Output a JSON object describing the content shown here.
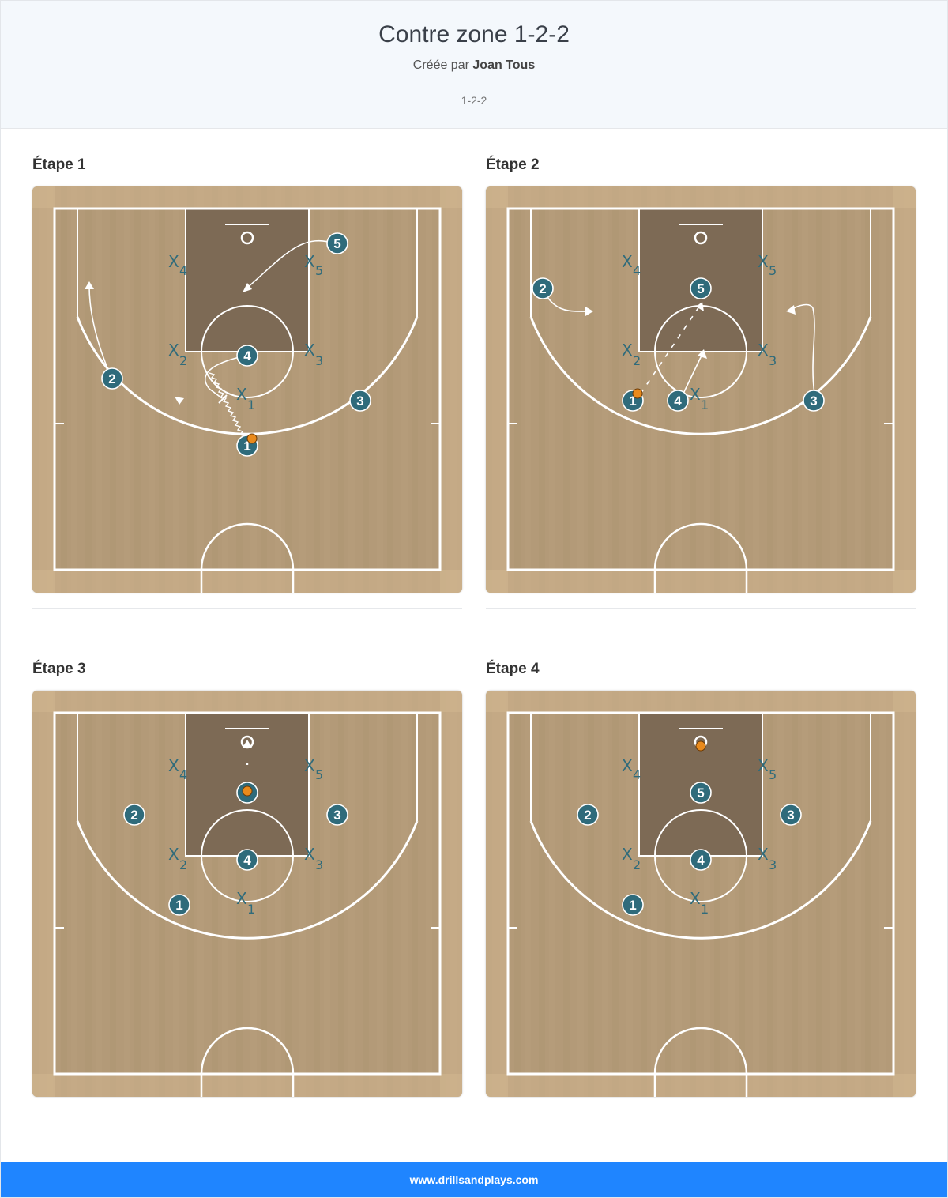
{
  "header": {
    "title": "Contre zone 1-2-2",
    "created_prefix": "Créée par",
    "author": "Joan Tous",
    "tag": "1-2-2"
  },
  "colors": {
    "player": "#2f6b7b",
    "defender": "#2f6b7b",
    "floor": "#b39a78",
    "paint": "#7d6a55",
    "footer": "#1f85ff"
  },
  "steps": [
    {
      "title": "Étape 1",
      "offense": [
        {
          "label": "5",
          "ball": false
        },
        {
          "label": "4",
          "ball": false
        },
        {
          "label": "2",
          "ball": false
        },
        {
          "label": "3",
          "ball": false
        },
        {
          "label": "1",
          "ball": true
        }
      ],
      "defense": [
        {
          "label": "X",
          "sub": "4"
        },
        {
          "label": "X",
          "sub": "5"
        },
        {
          "label": "X",
          "sub": "2"
        },
        {
          "label": "X",
          "sub": "3"
        },
        {
          "label": "X",
          "sub": "1"
        }
      ]
    },
    {
      "title": "Étape 2",
      "offense": [
        {
          "label": "2",
          "ball": false
        },
        {
          "label": "5",
          "ball": false
        },
        {
          "label": "1",
          "ball": true
        },
        {
          "label": "4",
          "ball": false
        },
        {
          "label": "3",
          "ball": false
        }
      ],
      "defense": [
        {
          "label": "X",
          "sub": "4"
        },
        {
          "label": "X",
          "sub": "5"
        },
        {
          "label": "X",
          "sub": "2"
        },
        {
          "label": "X",
          "sub": "3"
        },
        {
          "label": "X",
          "sub": "1"
        }
      ]
    },
    {
      "title": "Étape 3",
      "offense": [
        {
          "label": "2",
          "ball": false
        },
        {
          "label": "3",
          "ball": false
        },
        {
          "label": "4",
          "ball": false
        },
        {
          "label": "1",
          "ball": false
        }
      ],
      "defense": [
        {
          "label": "X",
          "sub": "4"
        },
        {
          "label": "X",
          "sub": "5"
        },
        {
          "label": "X",
          "sub": "2"
        },
        {
          "label": "X",
          "sub": "3"
        },
        {
          "label": "X",
          "sub": "1"
        }
      ]
    },
    {
      "title": "Étape 4",
      "offense": [
        {
          "label": "5",
          "ball": false
        },
        {
          "label": "2",
          "ball": false
        },
        {
          "label": "3",
          "ball": false
        },
        {
          "label": "4",
          "ball": false
        },
        {
          "label": "1",
          "ball": false
        }
      ],
      "defense": [
        {
          "label": "X",
          "sub": "4"
        },
        {
          "label": "X",
          "sub": "5"
        },
        {
          "label": "X",
          "sub": "2"
        },
        {
          "label": "X",
          "sub": "3"
        },
        {
          "label": "X",
          "sub": "1"
        }
      ]
    }
  ],
  "footer": {
    "url": "www.drillsandplays.com"
  }
}
